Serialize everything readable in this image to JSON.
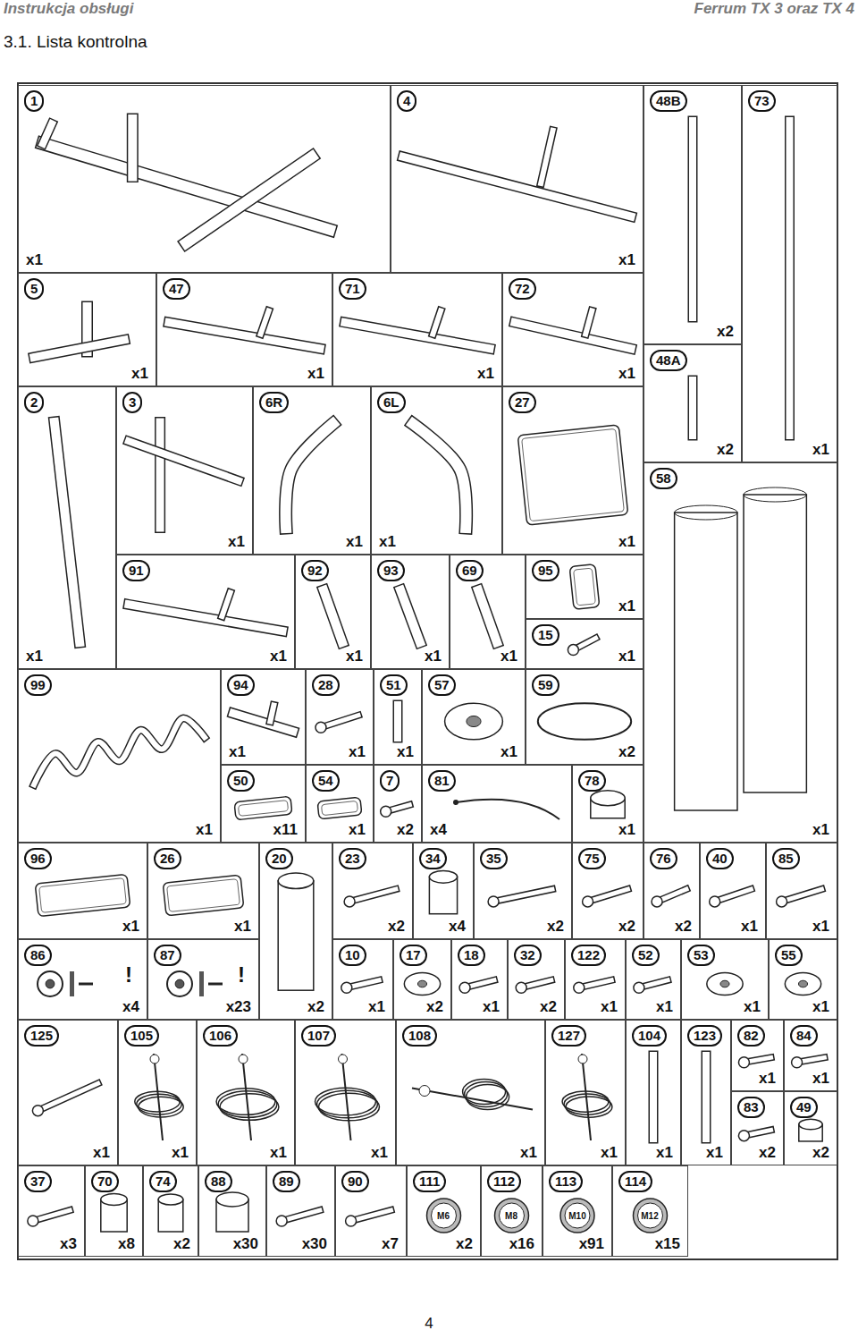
{
  "diagram": {
    "title": "3.1. Lista kontrolna",
    "nodes": [
      {
        "text": [
          "1",
          "x1"
        ]
      },
      {
        "text": [
          "4",
          "x1"
        ]
      },
      {
        "text": [
          "48B",
          "x2"
        ]
      },
      {
        "text": [
          "73",
          "x1"
        ]
      },
      {
        "text": [
          "5",
          "x1"
        ]
      },
      {
        "text": [
          "47",
          "x1"
        ]
      },
      {
        "text": [
          "71",
          "x1"
        ]
      },
      {
        "text": [
          "72",
          "x1"
        ]
      },
      {
        "text": [
          "48A",
          "x2"
        ]
      },
      {
        "text": [
          "2",
          "x1"
        ]
      },
      {
        "text": [
          "3",
          "x1"
        ]
      },
      {
        "text": [
          "6R",
          "x1"
        ]
      },
      {
        "text": [
          "6L",
          "x1"
        ]
      },
      {
        "text": [
          "27",
          "x1"
        ]
      },
      {
        "text": [
          "58",
          "x1"
        ]
      },
      {
        "text": [
          "91",
          "x1"
        ]
      },
      {
        "text": [
          "92",
          "x1"
        ]
      },
      {
        "text": [
          "93",
          "x1"
        ]
      },
      {
        "text": [
          "69",
          "x1"
        ]
      },
      {
        "text": [
          "95",
          "x1"
        ]
      },
      {
        "text": [
          "15",
          "x1"
        ]
      },
      {
        "text": [
          "99",
          "x1"
        ]
      },
      {
        "text": [
          "94",
          "x1"
        ]
      },
      {
        "text": [
          "28",
          "x1"
        ]
      },
      {
        "text": [
          "51",
          "x1"
        ]
      },
      {
        "text": [
          "57",
          "x1"
        ]
      },
      {
        "text": [
          "59",
          "x2"
        ]
      },
      {
        "text": [
          "50",
          "x11"
        ]
      },
      {
        "text": [
          "54",
          "x1"
        ]
      },
      {
        "text": [
          "7",
          "x2"
        ]
      },
      {
        "text": [
          "81",
          "x4"
        ]
      },
      {
        "text": [
          "78",
          "x1"
        ]
      },
      {
        "text": [
          "96",
          "x1"
        ]
      },
      {
        "text": [
          "26",
          "x1"
        ]
      },
      {
        "text": [
          "20",
          "x2"
        ]
      },
      {
        "text": [
          "23",
          "x2"
        ]
      },
      {
        "text": [
          "34",
          "x4"
        ]
      },
      {
        "text": [
          "35",
          "x2"
        ]
      },
      {
        "text": [
          "75",
          "x2"
        ]
      },
      {
        "text": [
          "76",
          "x2"
        ]
      },
      {
        "text": [
          "40",
          "x1"
        ]
      },
      {
        "text": [
          "85",
          "x1"
        ]
      },
      {
        "text": [
          "86",
          "x4"
        ]
      },
      {
        "text": [
          "87",
          "x23"
        ]
      },
      {
        "text": [
          "10",
          "x1"
        ]
      },
      {
        "text": [
          "17",
          "x2"
        ]
      },
      {
        "text": [
          "18",
          "x1"
        ]
      },
      {
        "text": [
          "32",
          "x2"
        ]
      },
      {
        "text": [
          "122",
          "x1"
        ]
      },
      {
        "text": [
          "52",
          "x1"
        ]
      },
      {
        "text": [
          "53",
          "x1"
        ]
      },
      {
        "text": [
          "55",
          "x1"
        ]
      },
      {
        "text": [
          "125",
          "x1"
        ]
      },
      {
        "text": [
          "105",
          "x1"
        ]
      },
      {
        "text": [
          "106",
          "x1"
        ]
      },
      {
        "text": [
          "107",
          "x1"
        ]
      },
      {
        "text": [
          "108",
          "x1"
        ]
      },
      {
        "text": [
          "127",
          "x1"
        ]
      },
      {
        "text": [
          "104",
          "x1"
        ]
      },
      {
        "text": [
          "123",
          "x1"
        ]
      },
      {
        "text": [
          "82",
          "x1"
        ]
      },
      {
        "text": [
          "84",
          "x1"
        ]
      },
      {
        "text": [
          "83",
          "x2"
        ]
      },
      {
        "text": [
          "49",
          "x2"
        ]
      },
      {
        "text": [
          "37",
          "x3"
        ]
      },
      {
        "text": [
          "70",
          "x8"
        ]
      },
      {
        "text": [
          "74",
          "x2"
        ]
      },
      {
        "text": [
          "88",
          "x30"
        ]
      },
      {
        "text": [
          "89",
          "x30"
        ]
      },
      {
        "text": [
          "90",
          "x7"
        ]
      },
      {
        "text": [
          "111",
          "x2"
        ]
      },
      {
        "text": [
          "112",
          "x16"
        ]
      },
      {
        "text": [
          "113",
          "x91"
        ]
      },
      {
        "text": [
          "114",
          "x15"
        ]
      }
    ],
    "labels": [
      "Instrukcja obsługi",
      "Ferrum TX 3 oraz TX 4",
      "!",
      "!",
      "M6",
      "M8",
      "M10",
      "M12",
      "4"
    ]
  }
}
